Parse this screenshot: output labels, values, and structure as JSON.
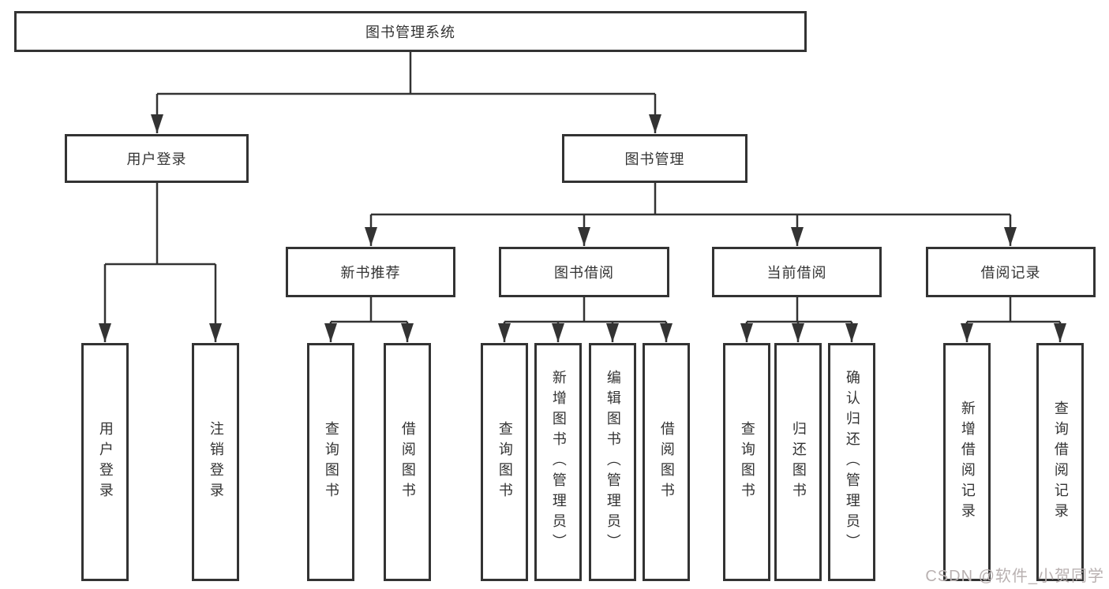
{
  "diagram": {
    "root": {
      "label": "图书管理系统"
    },
    "level2": [
      {
        "id": "user-login",
        "label": "用户登录"
      },
      {
        "id": "book-management",
        "label": "图书管理"
      }
    ],
    "level3": [
      {
        "id": "new-book-recommend",
        "label": "新书推荐"
      },
      {
        "id": "book-borrowing",
        "label": "图书借阅"
      },
      {
        "id": "current-borrowing",
        "label": "当前借阅"
      },
      {
        "id": "borrowing-records",
        "label": "借阅记录"
      }
    ],
    "leaves": {
      "user_login": [
        "用户登录",
        "注销登录"
      ],
      "new_book": [
        "查询图书",
        "借阅图书"
      ],
      "book_borrow": [
        "查询图书",
        "新增图书（管理员）",
        "编辑图书（管理员）",
        "借阅图书"
      ],
      "current_borrow": [
        "查询图书",
        "归还图书",
        "确认归还（管理员）"
      ],
      "records": [
        "新增借阅记录",
        "查询借阅记录"
      ]
    }
  },
  "watermark": "CSDN @软件_小贺同学",
  "colors": {
    "line": "#333333",
    "border": "#333333",
    "text": "#333333",
    "watermark_text": "#b9b1b1",
    "background": "#ffffff"
  }
}
